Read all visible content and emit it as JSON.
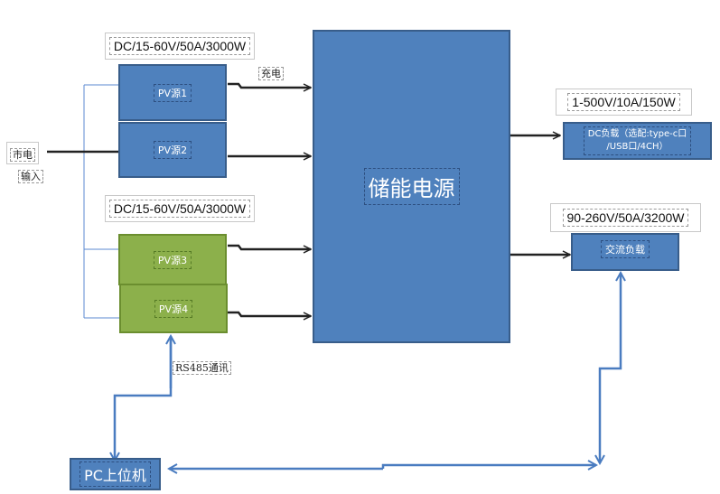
{
  "diagram": {
    "storage": {
      "label": "储能电源"
    },
    "pv_groups": [
      {
        "spec": "DC/15-60V/50A/3000W",
        "sources": [
          {
            "label": "PV源1"
          },
          {
            "label": "PV源2"
          }
        ],
        "color": "#4f81bd"
      },
      {
        "spec": "DC/15-60V/50A/3000W",
        "sources": [
          {
            "label": "PV源3"
          },
          {
            "label": "PV源4"
          }
        ],
        "color": "#8cb04b"
      }
    ],
    "grid_input": {
      "label": "市电",
      "sublabel": "输入"
    },
    "charge_label": "充电",
    "dc_load": {
      "spec": "1-500V/10A/150W",
      "label_line1": "DC负载（选配:type-c口",
      "label_line2": "/USB口/4CH）"
    },
    "ac_load": {
      "spec": "90-260V/50A/3200W",
      "label": "交流负载"
    },
    "comm_label": "RS485通讯",
    "pc": {
      "label": "PC上位机"
    },
    "colors": {
      "blue_fill": "#4f81bd",
      "blue_border": "#385d8a",
      "green_fill": "#8cb04b",
      "green_border": "#6b8e2f",
      "comm_line": "#4a7cc0",
      "power_line": "#222222"
    }
  }
}
